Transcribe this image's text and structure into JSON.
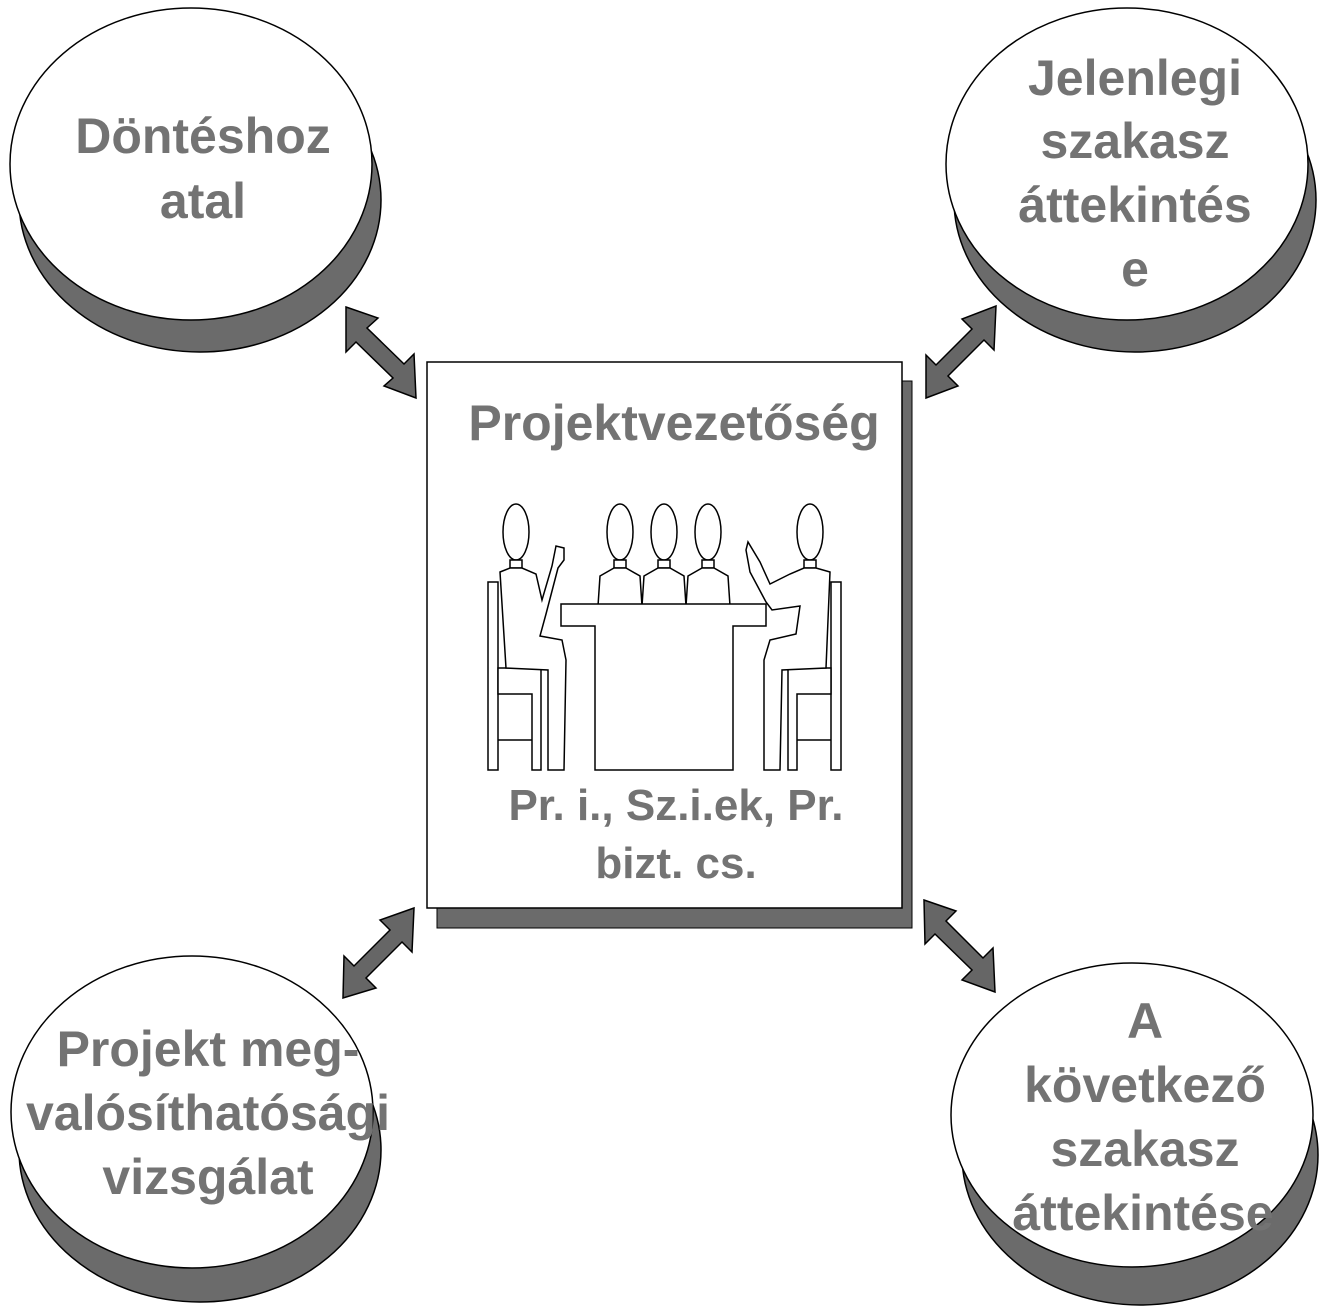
{
  "diagram": {
    "colors": {
      "text": "#737373",
      "shadow": "#6b6b6b",
      "arrow": "#666666",
      "outline": "#000000",
      "fill": "#ffffff"
    },
    "center": {
      "title": "Projektvezetőség",
      "caption_line1": "Pr. i., Sz.i.ek, Pr.",
      "caption_line2": "bizt. cs.",
      "illustration": "meeting-table-icon"
    },
    "nodes": {
      "top_left": {
        "lines": [
          "Döntéshoz",
          "atal"
        ]
      },
      "top_right": {
        "lines": [
          "Jelenlegi",
          "szakasz",
          "áttekintés",
          "e"
        ]
      },
      "bottom_left": {
        "lines": [
          "Projekt meg-",
          "valósíthatósági",
          "vizsgálat"
        ]
      },
      "bottom_right": {
        "lines": [
          "A",
          "következő",
          "szakasz",
          "áttekintése"
        ]
      }
    }
  }
}
